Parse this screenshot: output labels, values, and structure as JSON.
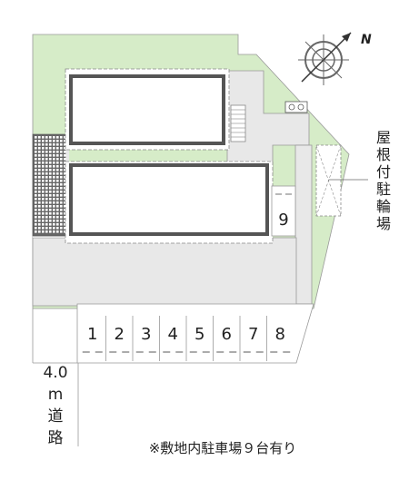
{
  "compass": {
    "north_label": "N"
  },
  "bike_parking": {
    "label_chars": [
      "屋",
      "根",
      "付",
      "駐",
      "輪",
      "場"
    ]
  },
  "road": {
    "label_chars": [
      "4.0",
      "m",
      "道",
      "路"
    ]
  },
  "parking_spaces": [
    "1",
    "2",
    "3",
    "4",
    "5",
    "6",
    "7",
    "8",
    "9"
  ],
  "footnote": "※敷地内駐車場９台有り",
  "colors": {
    "lawn": "#d6ecc8",
    "paving": "#e8e8e8",
    "building_border": "#555555",
    "line": "#888888",
    "text": "#222222"
  }
}
